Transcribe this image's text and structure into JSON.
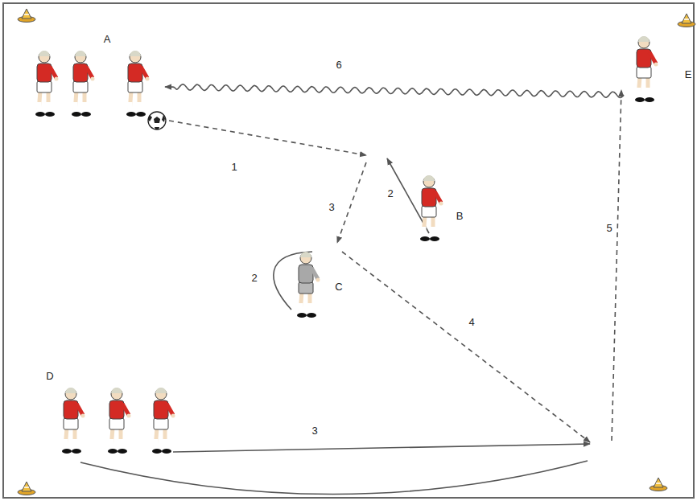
{
  "diagram": {
    "labels": [
      "A",
      "6",
      "E",
      "1",
      "3",
      "2",
      "B",
      "5",
      "2",
      "C",
      "4",
      "D",
      "3"
    ]
  }
}
